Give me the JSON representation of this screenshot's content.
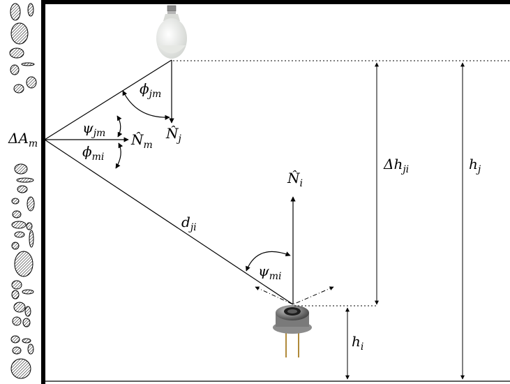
{
  "labels": {
    "phi_jm": {
      "base": "ϕ",
      "sub": "jm"
    },
    "psi_jm": {
      "base": "ψ",
      "sub": "jm"
    },
    "phi_mi": {
      "base": "ϕ",
      "sub": "mi"
    },
    "psi_mi": {
      "base": "ψ",
      "sub": "mi"
    },
    "delta_a_m": {
      "base": "ΔA",
      "sub": "m"
    },
    "n_m": {
      "base": "N̂",
      "sub": "m"
    },
    "n_j": {
      "base": "N̂",
      "sub": "j"
    },
    "n_i": {
      "base": "N̂",
      "sub": "i"
    },
    "d_ji": {
      "base": "d",
      "sub": "ji"
    },
    "delta_h_ji": {
      "base": "Δh",
      "sub": "ji"
    },
    "h_j": {
      "base": "h",
      "sub": "j"
    },
    "h_i": {
      "base": "h",
      "sub": "i"
    }
  },
  "icons": {
    "light_source": "led-bulb-icon",
    "receiver": "photodiode-sensor-icon",
    "wall": "stone-wall-texture"
  },
  "colors": {
    "lines": "#000000",
    "bulb": "#e9ebe8",
    "bulb_base": "#9a9a9a",
    "sensor_metal": "#6f6f6f"
  }
}
